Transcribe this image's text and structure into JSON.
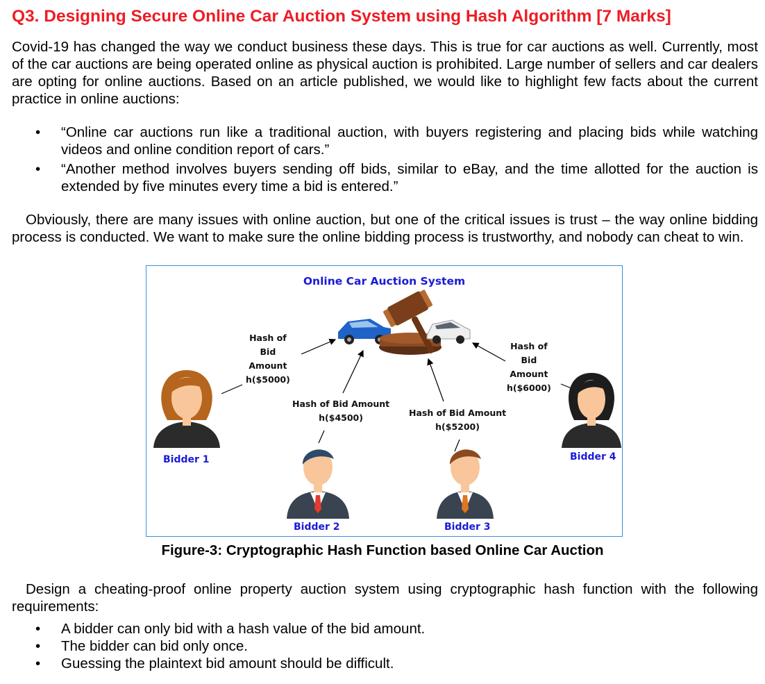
{
  "question": {
    "title": "Q3. Designing Secure Online Car Auction System using Hash Algorithm [7 Marks]",
    "intro": "Covid-19 has changed the way we conduct business these days. This is true for car auctions as well. Currently, most of the car auctions are being operated online as physical auction is prohibited. Large number of sellers and car dealers are opting for online auctions. Based on an article published, we would like to highlight few facts about the current practice in online auctions:",
    "facts": [
      "“Online car auctions run like a traditional auction, with buyers registering and placing bids while watching videos and online condition report of cars.”",
      "“Another method involves buyers sending off bids, similar to eBay, and the time allotted for the auction is extended by five minutes every time a bid is entered.”"
    ],
    "issue": "Obviously, there are many issues with online auction, but one of the critical issues is trust – the way online bidding process is conducted. We want to make sure the online bidding process is trustworthy, and nobody can cheat to win.",
    "task": "Design a cheating-proof online property auction system using cryptographic hash function with the following requirements:",
    "requirements": [
      "A bidder can only bid with a hash value of the bid amount.",
      "The bidder can bid only once.",
      "Guessing the plaintext bid amount should be difficult."
    ],
    "bullet_glyph": "•"
  },
  "figure": {
    "title": "Online Car Auction System",
    "caption": "Figure-3: Cryptographic Hash Function based Online Car Auction",
    "hash_labels": [
      {
        "line1": "Hash of",
        "line2": "Bid",
        "line3": "Amount",
        "line4": "h($5000)"
      },
      {
        "line1": "Hash of Bid Amount",
        "line2": "h($4500)"
      },
      {
        "line1": "Hash of Bid Amount",
        "line2": "h($5200)"
      },
      {
        "line1": "Hash of",
        "line2": "Bid",
        "line3": "Amount",
        "line4": "h($6000)"
      }
    ],
    "bidders": [
      "Bidder 1",
      "Bidder 2",
      "Bidder 3",
      "Bidder 4"
    ],
    "icons": [
      "blue-car-icon",
      "gavel-icon",
      "white-car-icon",
      "female-avatar-icon",
      "male-avatar-icon"
    ],
    "colors": {
      "title_red": "#ee1c25",
      "label_blue": "#1a1ad8",
      "frame_blue": "#3c8fd6"
    }
  }
}
